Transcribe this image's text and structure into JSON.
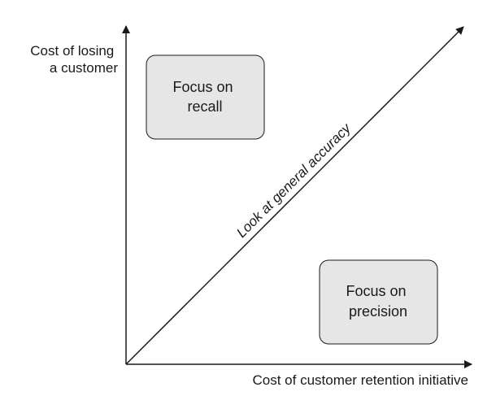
{
  "diagram": {
    "y_axis_label_lines": [
      "Cost of losing",
      "a customer"
    ],
    "x_axis_label": "Cost of customer retention initiative",
    "diagonal_label": "Look at general accuracy",
    "top_left_box": {
      "lines": [
        "Focus on",
        "recall"
      ]
    },
    "bottom_right_box": {
      "lines": [
        "Focus on",
        "precision"
      ]
    },
    "colors": {
      "box_fill": "#e6e6e6",
      "stroke": "#1a1a1a",
      "text": "#1a1a1a"
    }
  }
}
